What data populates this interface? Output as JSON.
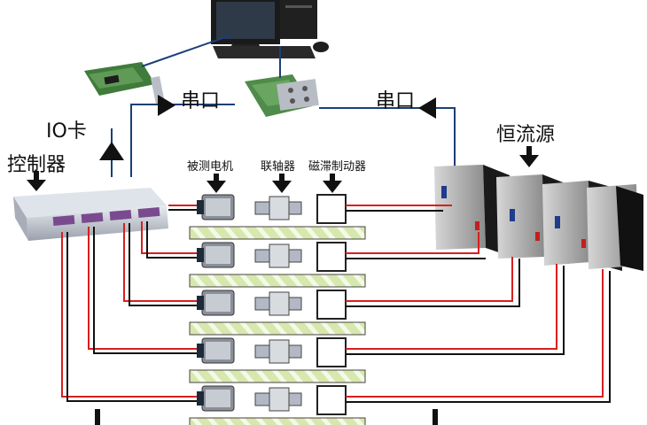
{
  "labels": {
    "serial_left": "串口",
    "serial_right": "串口",
    "io_card": "IO卡",
    "controller": "控制器",
    "constant_current_source": "恒流源",
    "motor_under_test": "被测电机",
    "coupling": "联轴器",
    "hysteresis_brake": "磁滞制动器"
  },
  "station_count": 5,
  "colors": {
    "wire_red": "#d81f1f",
    "wire_black": "#111111",
    "bus_blue": "#1b3f7a",
    "base_green": "#cfe3a6",
    "pcb_green": "#4f8b4a"
  }
}
